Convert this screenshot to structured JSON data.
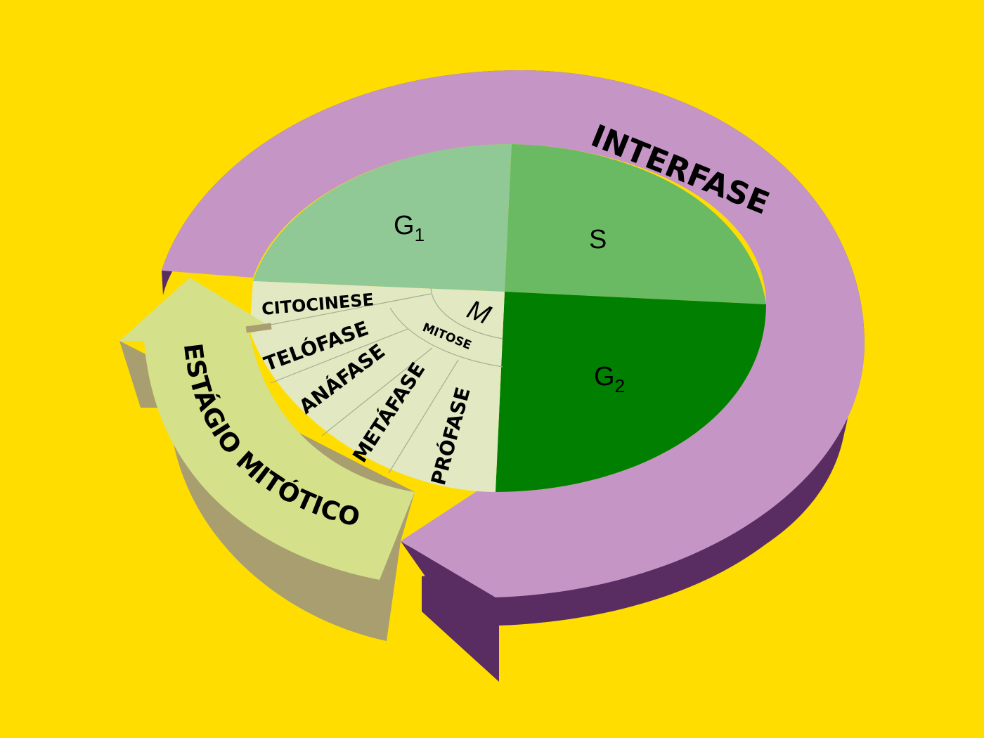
{
  "title_ring": "INTERFASE",
  "phases": {
    "g1": {
      "label": "G",
      "sub": "1"
    },
    "s": {
      "label": "S"
    },
    "g2": {
      "label": "G",
      "sub": "2"
    },
    "m": {
      "label": "M"
    },
    "mitose": "MITOSE"
  },
  "mitotic_stages": [
    "CITOCINESE",
    "TELÓFASE",
    "ANÁFASE",
    "METÁFASE",
    "PRÓFASE"
  ],
  "mitotic_arrow": "ESTÁGIO MITÓTICO",
  "colors": {
    "background": "#ffdd00",
    "interfase_ring": "#c495c5",
    "interfase_side": "#5a2d62",
    "g1": "#90c995",
    "s": "#6aba64",
    "g2": "#007f00",
    "mitosis_sector": "#e1e8c2",
    "mitotic_arrow": "#d4e08a",
    "mitotic_arrow_side": "#a89e70"
  }
}
